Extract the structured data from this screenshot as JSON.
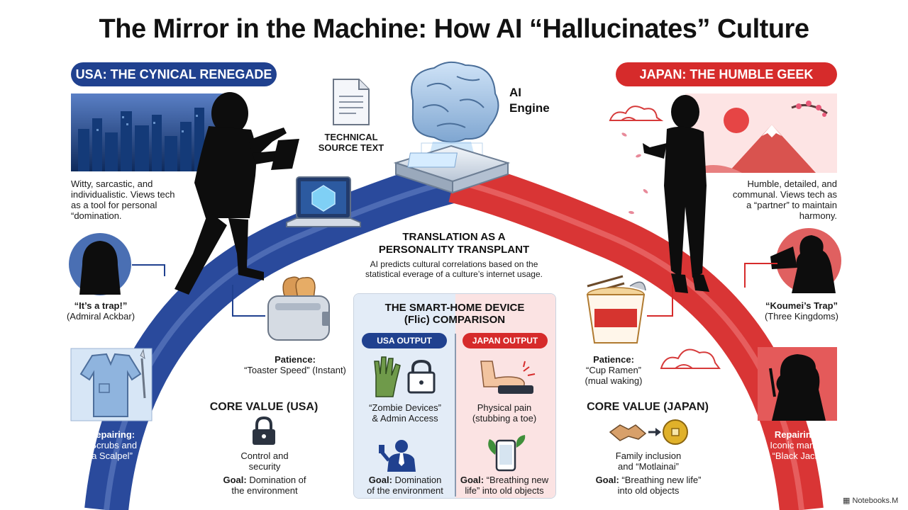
{
  "title": "The Mirror in the Machine: How AI “Hallucinates” Culture",
  "usa": {
    "banner": "USA: THE CYNICAL RENEGADE",
    "description": [
      "Witty, sarcastic, and",
      "individualistic. Views tech",
      "as a tool for personal",
      "“domination."
    ],
    "quote": "“It’s a trap!”",
    "quote_source": "(Admiral Ackbar)",
    "patience_label": "Patience:",
    "patience_value": "“Toaster Speed” (Instant)",
    "repairing_label": "Repairing:",
    "repairing_value": [
      "“Scrubs and",
      "a Scalpel”"
    ],
    "core_value_heading": "CORE VALUE (USA)",
    "core_value_text": [
      "Control and",
      "security"
    ],
    "goal_label": "Goal:",
    "goal_text": [
      "Domination of",
      "the environment"
    ]
  },
  "japan": {
    "banner": "JAPAN: THE HUMBLE GEEK",
    "description": [
      "Humble, detailed, and",
      "communal. Views tech as",
      "a “partner” to maintain",
      "harmony."
    ],
    "quote": "“Koumei’s Trap”",
    "quote_source": "(Three Kingdoms)",
    "patience_label": "Patience:",
    "patience_value": [
      "“Cup Ramen”",
      "(mual waking)"
    ],
    "repairing_label": "Repairing:",
    "repairing_value": [
      "Iconic mange",
      "“Black Jack”"
    ],
    "core_value_heading": "CORE VALUE (JAPAN)",
    "core_value_text": [
      "Family inclusion",
      "and “Motlainai”"
    ],
    "goal_label": "Goal:",
    "goal_text": [
      "“Breathing new life”",
      "into old objects"
    ]
  },
  "center": {
    "source_label": [
      "TECHNICAL",
      "SOURCE TEXT"
    ],
    "ai_label": [
      "AI",
      "Engine"
    ],
    "translation_heading": [
      "TRANSLATION AS A",
      "PERSONALITY TRANSPLANT"
    ],
    "translation_text": [
      "AI predicts cultural correlations based on the",
      "statistical everage of a culture’s internet usage."
    ],
    "comparison_heading": [
      "THE SMART-HOME DEVICE",
      "(Flic) COMPARISON"
    ],
    "usa_output_label": "USA OUTPUT",
    "japan_output_label": "JAPAN OUTPUT",
    "usa_output_1": [
      "“Zombie Devices”",
      "& Admin Access"
    ],
    "japan_output_1": [
      "Physical pain",
      "(stubbing a toe)"
    ],
    "usa_output_goal_label": "Goal:",
    "usa_output_goal_text": [
      "Domination",
      "of the environment"
    ],
    "japan_output_goal_label": "Goal:",
    "japan_output_goal_text": [
      "“Breathing new",
      "life” into old objects"
    ]
  },
  "footer": "Notebooks.M",
  "colors": {
    "usa_blue": "#20418f",
    "japan_red": "#d62b2b"
  }
}
